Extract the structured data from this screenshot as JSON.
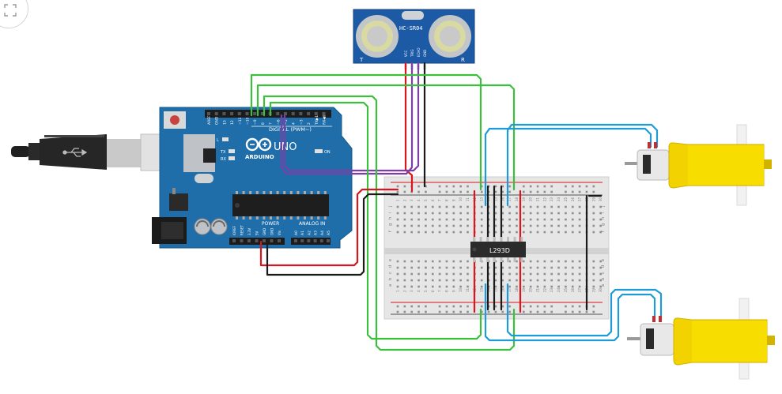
{
  "sensor": {
    "model": "HC-SR04",
    "left_letter": "T",
    "right_letter": "R",
    "pins": [
      "VCC",
      "TRIG",
      "ECHO",
      "GND"
    ]
  },
  "arduino": {
    "brand": "ARDUINO",
    "model": "UNO",
    "digital_header": "DIGITAL (PWM~)",
    "power_label": "POWER",
    "analog_label": "ANALOG IN",
    "led_l": "L",
    "led_tx": "TX",
    "led_rx": "RX",
    "led_on": "ON",
    "digital_pins": [
      "AREF",
      "GND",
      "13",
      "12",
      "~11",
      "~10",
      "~9",
      "8",
      "7",
      "~6",
      "~5",
      "4",
      "~3",
      "2",
      "TX▶1",
      "RX◀0"
    ],
    "power_pins": [
      "IOREF",
      "RESET",
      "3.3V",
      "5V",
      "GND",
      "GND",
      "Vin"
    ],
    "analog_pins": [
      "A0",
      "A1",
      "A2",
      "A3",
      "A4",
      "A5"
    ]
  },
  "breadboard": {
    "row_letters_top": [
      "j",
      "i",
      "h",
      "g",
      "f"
    ],
    "row_letters_bottom": [
      "e",
      "d",
      "c",
      "b",
      "a"
    ],
    "column_numbers": [
      "1",
      "2",
      "3",
      "4",
      "5",
      "6",
      "7",
      "8",
      "9",
      "10",
      "11",
      "12",
      "13",
      "14",
      "15",
      "16",
      "17",
      "18",
      "19",
      "20",
      "21",
      "22",
      "23",
      "24",
      "25",
      "26",
      "27",
      "28",
      "29",
      "30"
    ]
  },
  "driver_chip": {
    "label": "L293D"
  },
  "colors": {
    "background": "#ffffff",
    "board_blue": "#1f6eaa",
    "wire_red": "#d8161b",
    "wire_green": "#3cbf3c",
    "wire_purple": "#7b3fa6",
    "wire_black": "#1a1a1a",
    "wire_blue": "#1f9ad6",
    "motor_yellow": "#f2d200",
    "sensor_blue": "#1c5aa6"
  },
  "icons": [
    "fit-view-icon",
    "usb-symbol-icon",
    "arduino-infinity-logo"
  ]
}
